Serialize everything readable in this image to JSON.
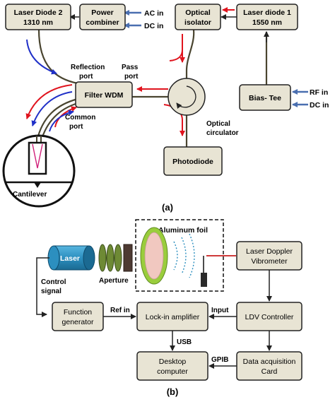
{
  "panel_a": {
    "laser_diode_2": {
      "line1": "Laser Diode 2",
      "line2": "1310 nm"
    },
    "power_combiner": {
      "line1": "Power",
      "line2": "combiner"
    },
    "ac_in": "AC in",
    "dc_in_top": "DC in",
    "optical_isolator": {
      "line1": "Optical",
      "line2": "isolator"
    },
    "laser_diode_1": {
      "line1": "Laser diode 1",
      "line2": "1550 nm"
    },
    "reflection_port": {
      "line1": "Reflection",
      "line2": "port"
    },
    "pass_port": {
      "line1": "Pass",
      "line2": "port"
    },
    "filter_wdm": "Filter WDM",
    "common_port": {
      "line1": "Common",
      "line2": "port"
    },
    "optical_circulator": {
      "line1": "Optical",
      "line2": "circulator"
    },
    "bias_tee": "Bias- Tee",
    "rf_in": "RF in",
    "dc_in_right": "DC in",
    "photodiode": "Photodiode",
    "cantilever": "Cantilever",
    "caption": "(a)"
  },
  "panel_b": {
    "aluminum_foil": "Aluminum foil",
    "laser": "Laser",
    "aperture": "Aperture",
    "control_signal": {
      "line1": "Control",
      "line2": "signal"
    },
    "ldv": {
      "line1": "Laser Doppler",
      "line2": "Vibrometer"
    },
    "function_generator": {
      "line1": "Function",
      "line2": "generator"
    },
    "ref_in": "Ref in",
    "lockin": "Lock-in amplifier",
    "input": "Input",
    "ldv_controller": "LDV Controller",
    "usb": "USB",
    "gpib": "GPIB",
    "desktop": {
      "line1": "Desktop",
      "line2": "computer"
    },
    "daq": {
      "line1": "Data acquisition",
      "line2": "Card"
    },
    "caption": "(b)"
  },
  "colors": {
    "box_fill": "#e8e4d4",
    "box_stroke": "#222222",
    "fiber": "#4a4530",
    "red_arrow": "#e0141e",
    "blue_arrow": "#2030c8",
    "steel_blue": "#4a6fb0",
    "laser_fill": "#2c8fbf",
    "aperture_fill": "#6e8a35",
    "foil_ring": "#9acd3c",
    "foil_inner": "#f1c8c0",
    "wave": "#2c8fbf",
    "red_line": "#c81e1e"
  }
}
